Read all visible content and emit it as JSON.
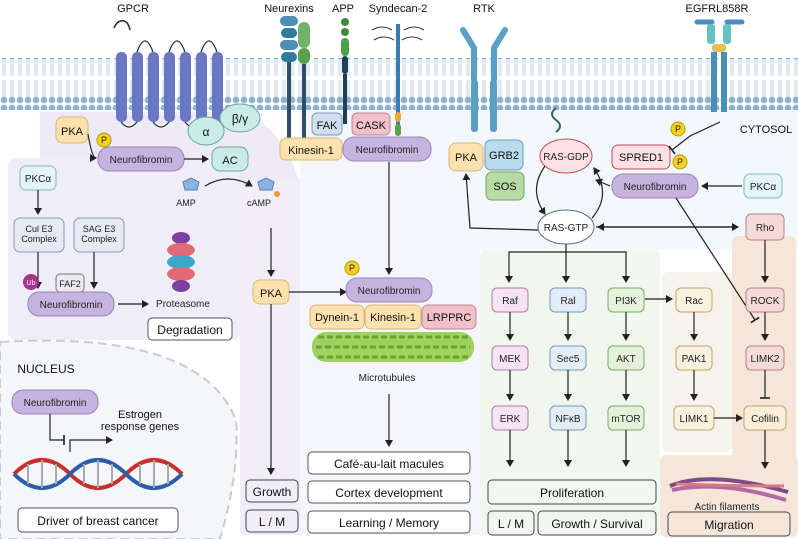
{
  "headers": {
    "gpcr": "GPCR",
    "neurexins": "Neurexins",
    "app": "APP",
    "syndecan2": "Syndecan-2",
    "rtk": "RTK",
    "egfr": "EGFRL858R",
    "cytosol": "CYTOSOL",
    "nucleus": "NUCLEUS"
  },
  "gpcr_panel": {
    "pka": "PKA",
    "phospho": "P",
    "neurofibromin": "Neurofibromin",
    "alpha": "α",
    "betagamma": "β/γ",
    "ac": "AC",
    "amp": "AMP",
    "camp": "cAMP"
  },
  "degradation_panel": {
    "pkca": "PKCα",
    "cul": "Cul E3\nComplex",
    "sag": "SAG E3\nComplex",
    "ub": "Ub",
    "faf2": "FAF2",
    "neurofibromin": "Neurofibromin",
    "proteasome": "Proteasome",
    "degradation": "Degradation"
  },
  "nucleus_panel": {
    "neurofibromin": "Neurofibromin",
    "estrogen": "Estrogen\nresponse genes",
    "breast": "Driver of breast cancer"
  },
  "pka_column": {
    "pka": "PKA",
    "growth": "Growth",
    "lm": "L / M"
  },
  "microtubule_panel": {
    "fak": "FAK",
    "cask": "CASK",
    "kinesin_top": "Kinesin-1",
    "neurofibromin_top": "Neurofibromin",
    "phospho": "P",
    "neurofibromin": "Neurofibromin",
    "dynein": "Dynein-1",
    "kinesin": "Kinesin-1",
    "lrpprc": "LRPPRC",
    "microtubules": "Microtubules",
    "outcomes": [
      "Café-au-lait macules",
      "Cortex development",
      "Learning / Memory"
    ]
  },
  "ras_panel": {
    "pka": "PKA",
    "grb2": "GRB2",
    "sos": "SOS",
    "rasgdp": "RAS-GDP",
    "rasgtp": "RAS-GTP",
    "spred1": "SPRED1",
    "neurofibromin": "Neurofibromin",
    "pkca": "PKCα",
    "phospho": "P"
  },
  "pathways": {
    "raf": [
      "Raf",
      "MEK",
      "ERK"
    ],
    "ral": [
      "Ral",
      "Sec5",
      "NFκB"
    ],
    "pi3k": [
      "PI3K",
      "AKT",
      "mTOR"
    ],
    "rac": [
      "Rac",
      "PAK1",
      "LIMK1"
    ],
    "rho": [
      "Rho",
      "ROCK",
      "LIMK2",
      "Cofilin"
    ]
  },
  "outcomes": {
    "proliferation": "Proliferation",
    "lm": "L / M",
    "growth_survival": "Growth / Survival",
    "actin": "Actin filaments",
    "migration": "Migration"
  },
  "colors": {
    "membrane": "#7fa6c9",
    "pka": "#fde2b0",
    "neurofibromin": "#c7b3df",
    "ac": "#c9ede6",
    "grb2": "#b8dcec",
    "sos": "#b8daa4",
    "rasgdp": "#fce0e3",
    "panel_purple": "#eeebf7",
    "panel_peach": "#f6e6da"
  }
}
